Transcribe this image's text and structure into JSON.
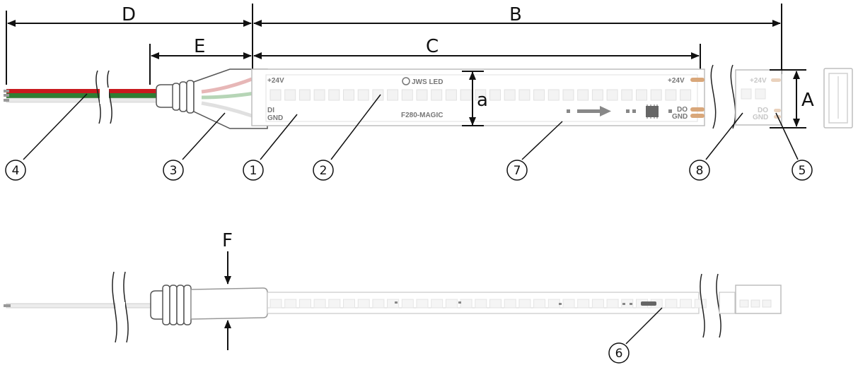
{
  "dimensions": {
    "D": "D",
    "B": "B",
    "E": "E",
    "C": "C",
    "a": "a",
    "A": "A",
    "F": "F"
  },
  "callouts": {
    "c1": "1",
    "c2": "2",
    "c3": "3",
    "c4": "4",
    "c5": "5",
    "c6": "6",
    "c7": "7",
    "c8": "8"
  },
  "strip_labels": {
    "plus24v_left": "+24V",
    "di": "DI",
    "gnd_left": "GND",
    "brand": "JWS LED",
    "model": "F280-MAGIC",
    "plus24v_right": "+24V",
    "do_right": "DO",
    "gnd_right": "GND",
    "plus24v_piece": "+24V",
    "do_piece": "DO",
    "gnd_piece": "GND"
  },
  "colors": {
    "wire_red": "#c8191e",
    "wire_green": "#2e7d32",
    "wire_white": "#e8e8e8",
    "copper_pad": "#d9a77a",
    "led": "#efefef",
    "line": "#111111",
    "outline": "#bdbdbd"
  }
}
